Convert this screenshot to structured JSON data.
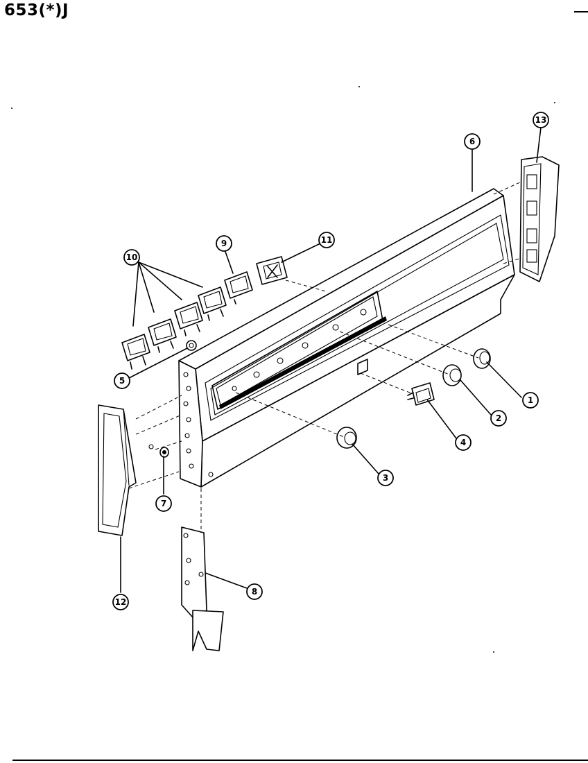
{
  "header": {
    "model_code": "653(*)J"
  },
  "diagram": {
    "callouts": [
      {
        "id": "callout-1",
        "label": "1"
      },
      {
        "id": "callout-2",
        "label": "2"
      },
      {
        "id": "callout-3",
        "label": "3"
      },
      {
        "id": "callout-4",
        "label": "4"
      },
      {
        "id": "callout-5",
        "label": "5"
      },
      {
        "id": "callout-6",
        "label": "6"
      },
      {
        "id": "callout-7",
        "label": "7"
      },
      {
        "id": "callout-8",
        "label": "8"
      },
      {
        "id": "callout-9",
        "label": "9"
      },
      {
        "id": "callout-10",
        "label": "10"
      },
      {
        "id": "callout-11",
        "label": "11"
      },
      {
        "id": "callout-12",
        "label": "12"
      },
      {
        "id": "callout-13",
        "label": "13"
      }
    ]
  }
}
